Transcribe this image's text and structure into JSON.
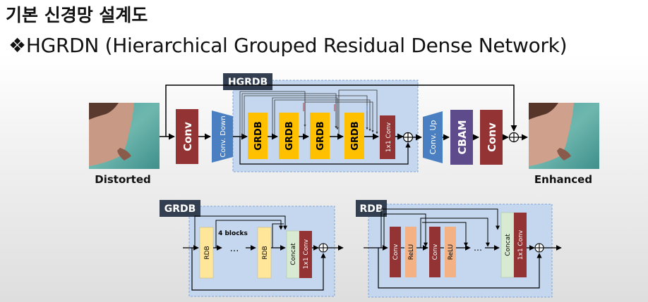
{
  "page": {
    "title": "기본 신경망 설계도",
    "subtitle_bullet": "❖",
    "subtitle": "HGRDN (Hierarchical Grouped Residual Dense Network)"
  },
  "top_diagram": {
    "input_label": "Distorted",
    "output_label": "Enhanced",
    "group_label": "HGRDB",
    "blocks": {
      "conv_in": "Conv",
      "conv_down": "Conv. Down",
      "grdb": [
        "GRDB",
        "GRDB",
        "GRDB",
        "GRDB"
      ],
      "conv_1x1": "1x1 Conv",
      "conv_up": "Conv. Up",
      "cbam": "CBAM",
      "conv_out": "Conv"
    }
  },
  "grdb_diagram": {
    "label": "GRDB",
    "rdb_1": "RDB",
    "rdb_2": "RDB",
    "blocks_note": "4 blocks",
    "ellipsis": "…",
    "concat": "Concat",
    "conv_1x1": "1x1 Conv"
  },
  "rdb_diagram": {
    "label": "RDB",
    "conv_1": "Conv",
    "relu_1": "ReLU",
    "conv_2": "Conv",
    "relu_2": "ReLU",
    "ellipsis": "…",
    "concat": "Concat",
    "conv_1x1": "1x1 Conv"
  },
  "colors": {
    "conv": "#933333",
    "conv_blue": "#4a7fc1",
    "grdb": "#ffc000",
    "cbam": "#5e4b8c",
    "panel": "#c5d7ee",
    "panel_border": "#7ea6d8",
    "tag": "#333f50",
    "rdb_block": "#ffe699",
    "concat": "#d9ead3",
    "relu": "#f4b183"
  }
}
